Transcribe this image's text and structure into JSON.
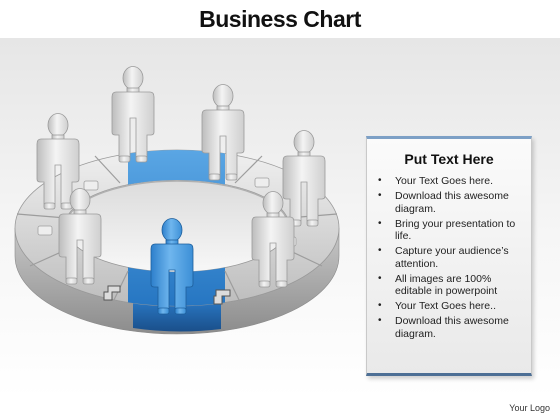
{
  "title": "Business Chart",
  "panel": {
    "heading": "Put Text Here",
    "items": [
      "Your Text Goes here.",
      "Download this awesome diagram.",
      "Bring your presentation to life.",
      "Capture your audience’s attention.",
      "All images are 100% editable in powerpoint",
      "Your Text Goes here..",
      "Download this awesome diagram."
    ]
  },
  "footer": {
    "logo": "Your Logo"
  },
  "diagram": {
    "ring_segments": 8,
    "highlighted_segment": "front",
    "people_count": 7,
    "highlighted_person": "center-front",
    "colors": {
      "highlight": "#3f92d8",
      "neutral": "#d8d8d8",
      "panel_accent": "#4d6f95"
    }
  }
}
